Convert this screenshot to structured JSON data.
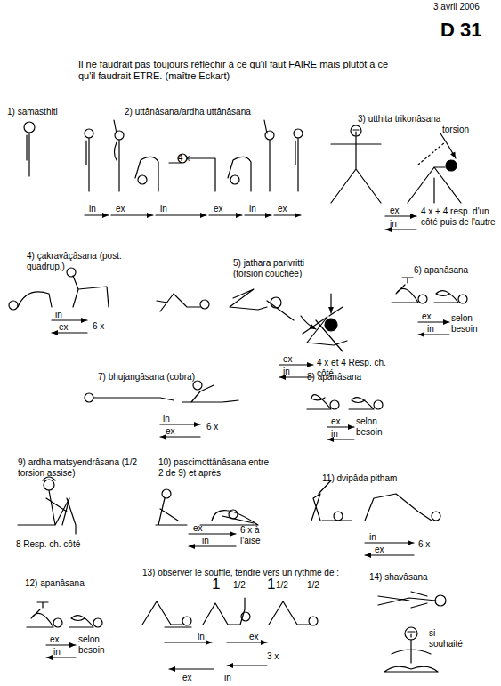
{
  "diagram": {
    "title": "D 31",
    "labels": [
      "3 avril 2006",
      "Il ne faudrait pas toujours réfléchir à ce qu'il faut FAIRE mais plutôt à ce qu'il faudrait ETRE. (maître Eckart)",
      "1) samasthiti",
      "2) uttânâsana/ardha uttânâsana",
      "4 x",
      "in",
      "ex",
      "in",
      "ex",
      "in",
      "ex",
      "3) utthita trikonâsana",
      "torsion",
      "ex",
      "in",
      "4 x + 4 resp. d'un côté puis de l'autre",
      "4) çakravâçâsana (post. quadrup.)",
      "in",
      "ex",
      "6 x",
      "5) jathara parivritti (torsion couchée)",
      "ex",
      "in",
      "4 x et 4 Resp. ch. côté",
      "6) apanâsana",
      "ex",
      "in",
      "selon besoin",
      "7) bhujangâsana (cobra)",
      "in",
      "ex",
      "6 x",
      "8) apanâsana",
      "ex",
      "in",
      "selon besoin",
      "9) ardha matsyendrâsana (1/2 torsion assise)",
      "8 Resp. ch. côté",
      "10) pascimottânâsana entre 2 de 9) et après",
      "ex",
      "in",
      "6 x à l'aise",
      "11) dvipâda pitham",
      "in",
      "ex",
      "6 x",
      "12) apanâsana",
      "ex",
      "in",
      "selon besoin",
      "13) observer le souffle, tendre vers un rythme de :",
      "1",
      "1/2",
      "1",
      "1/2",
      "1/2",
      "in",
      "ex",
      "3 x",
      "ex",
      "in",
      "14) shavâsana",
      "si souhaité"
    ]
  }
}
